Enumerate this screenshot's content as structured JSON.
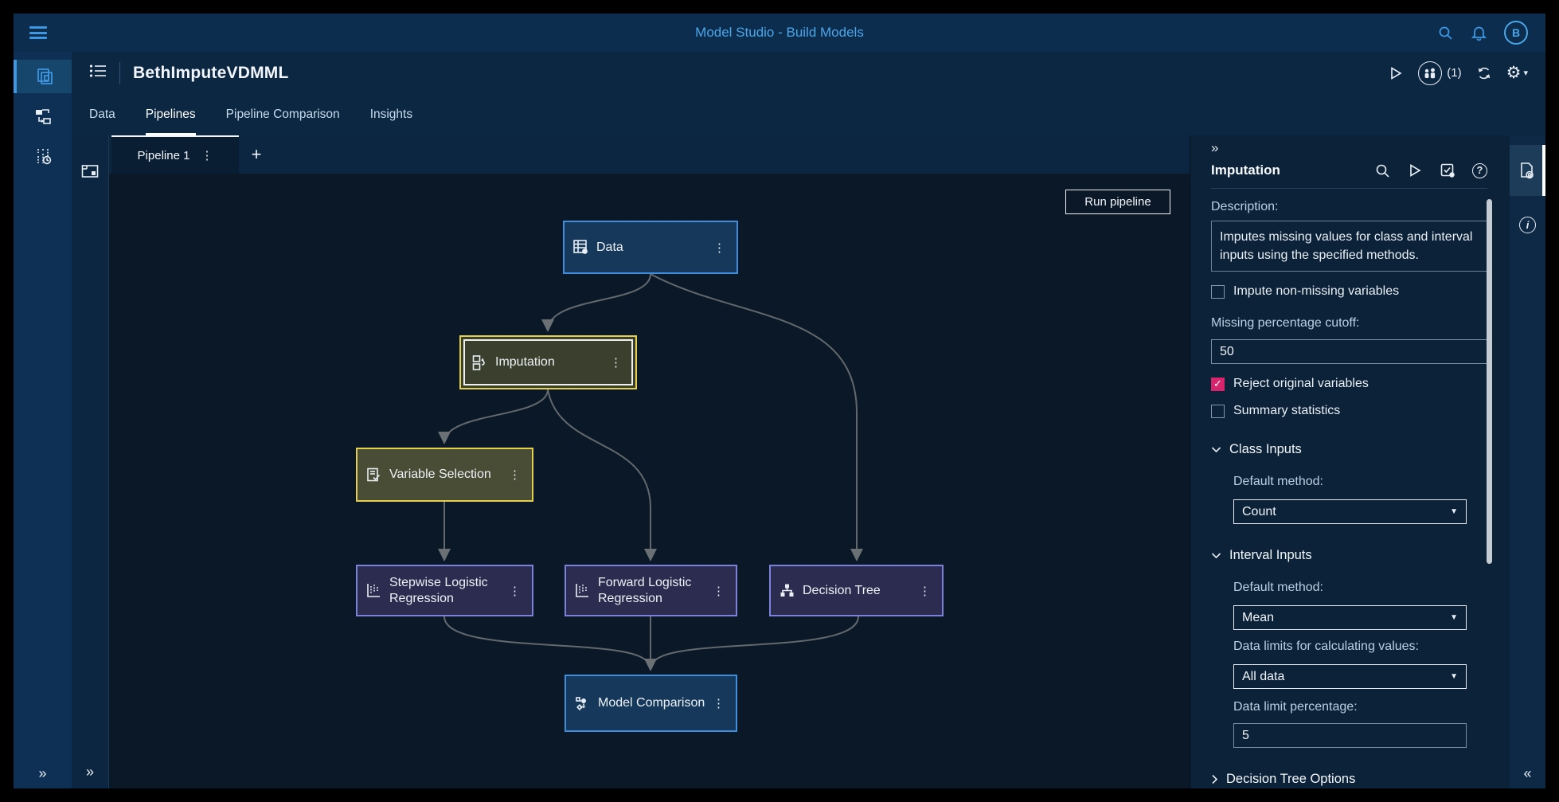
{
  "topbar": {
    "title": "Model Studio - Build Models",
    "avatar_initial": "B"
  },
  "project": {
    "title": "BethImputeVDMML",
    "collaborators_count": "(1)"
  },
  "tabs": [
    {
      "label": "Data",
      "active": false
    },
    {
      "label": "Pipelines",
      "active": true
    },
    {
      "label": "Pipeline Comparison",
      "active": false
    },
    {
      "label": "Insights",
      "active": false
    }
  ],
  "pipeline_tabs": {
    "active_tab": "Pipeline 1",
    "add_label": "+"
  },
  "canvas": {
    "run_button": "Run pipeline",
    "nodes": [
      {
        "id": "data",
        "label": "Data",
        "icon": "data-table-icon",
        "color": "blue"
      },
      {
        "id": "imputation",
        "label": "Imputation",
        "icon": "imputation-icon",
        "color": "yellow-selected"
      },
      {
        "id": "variable-selection",
        "label": "Variable Selection",
        "icon": "variable-selection-icon",
        "color": "yellow"
      },
      {
        "id": "stepwise-logistic-regression",
        "label": "Stepwise Logistic Regression",
        "icon": "regression-chart-icon",
        "color": "purple"
      },
      {
        "id": "forward-logistic-regression",
        "label": "Forward Logistic Regression",
        "icon": "regression-chart-icon",
        "color": "purple"
      },
      {
        "id": "decision-tree",
        "label": "Decision Tree",
        "icon": "tree-icon",
        "color": "purple"
      },
      {
        "id": "model-comparison",
        "label": "Model Comparison",
        "icon": "comparison-icon",
        "color": "blue"
      }
    ],
    "edges": [
      [
        "data",
        "imputation"
      ],
      [
        "data",
        "decision-tree"
      ],
      [
        "imputation",
        "variable-selection"
      ],
      [
        "imputation",
        "forward-logistic-regression"
      ],
      [
        "variable-selection",
        "stepwise-logistic-regression"
      ],
      [
        "stepwise-logistic-regression",
        "model-comparison"
      ],
      [
        "forward-logistic-regression",
        "model-comparison"
      ],
      [
        "decision-tree",
        "model-comparison"
      ]
    ]
  },
  "panel": {
    "title": "Imputation",
    "description_label": "Description:",
    "description": "Imputes missing values for class and interval inputs using the specified methods.",
    "impute_non_missing": {
      "label": "Impute non-missing variables",
      "checked": false
    },
    "missing_cutoff": {
      "label": "Missing percentage cutoff:",
      "value": "50"
    },
    "reject_original": {
      "label": "Reject original variables",
      "checked": true
    },
    "summary_statistics": {
      "label": "Summary statistics",
      "checked": false
    },
    "class_inputs": {
      "title": "Class Inputs",
      "expanded": true,
      "default_method_label": "Default method:",
      "default_method": "Count"
    },
    "interval_inputs": {
      "title": "Interval Inputs",
      "expanded": true,
      "default_method_label": "Default method:",
      "default_method": "Mean",
      "data_limits_label": "Data limits for calculating values:",
      "data_limits": "All data",
      "data_limit_pct_label": "Data limit percentage:",
      "data_limit_pct": "5"
    },
    "decision_tree_options": {
      "title": "Decision Tree Options",
      "expanded": false
    }
  },
  "icons": {
    "kebab": "⋮",
    "expand_right": "»",
    "collapse_left": "«",
    "dropdown_arrow": "▼",
    "plus": "+",
    "gear": "⚙",
    "caret_down": "▾",
    "help": "?",
    "info": "i",
    "check": "✓"
  },
  "colors": {
    "accent_blue": "#3f97e4",
    "title_blue": "#4ba6e8",
    "node_blue_border": "#3f8ede",
    "node_purple_border": "#7c81da",
    "node_yellow_border": "#e5cf4f",
    "checkbox_checked": "#d7256d",
    "edge_gray": "#62686c"
  }
}
